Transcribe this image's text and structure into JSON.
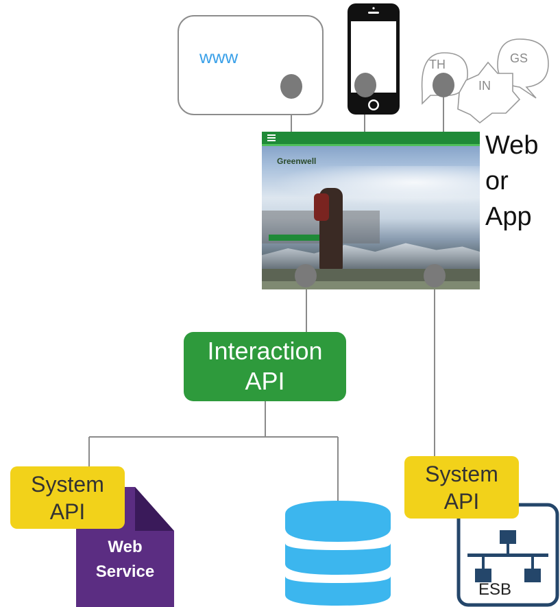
{
  "browser": {
    "text": "www"
  },
  "chat": {
    "bubble1": "TH",
    "bubble2": "GS",
    "bubble3": "IN"
  },
  "screenshot": {
    "brand": "Greenwell"
  },
  "side_label": {
    "line1": "Web",
    "line2": "or",
    "line3": "App"
  },
  "interaction_api": {
    "line1": "Interaction",
    "line2": "API"
  },
  "system_api_left": {
    "line1": "System",
    "line2": "API"
  },
  "system_api_right": {
    "line1": "System",
    "line2": "API"
  },
  "web_service": {
    "line1": "Web",
    "line2": "Service"
  },
  "esb": {
    "label": "ESB"
  },
  "colors": {
    "green": "#2e9a3c",
    "yellow": "#f2d21a",
    "purple": "#5b2d82",
    "db_blue": "#3cb6ee",
    "esb_navy": "#24466a",
    "connector_gray": "#7a7a7a",
    "www_blue": "#3aa0e8"
  }
}
